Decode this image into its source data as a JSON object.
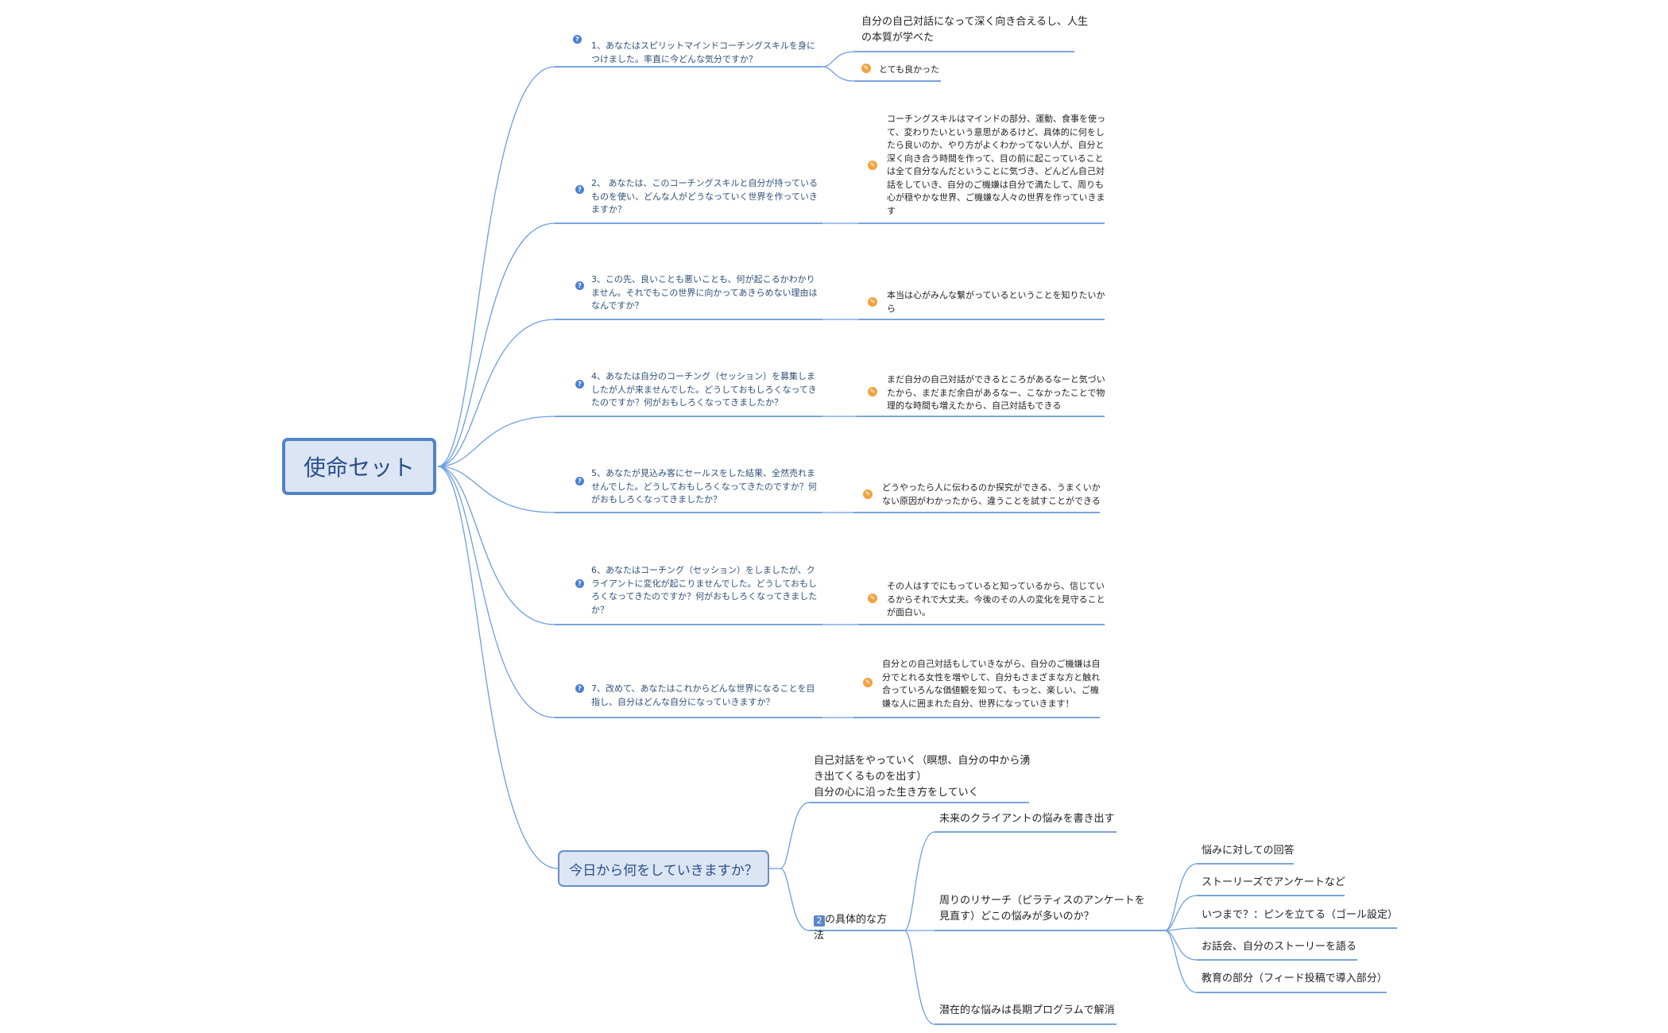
{
  "root": {
    "label": "使命セット"
  },
  "questions": [
    {
      "q": "1、あなたはスピリットマインドコーチングスキルを身につけました。率直に今どんな気分ですか？",
      "answers": [
        "自分の自己対話になって深く向き合えるし、人生の本質が学べた",
        "とても良かった"
      ]
    },
    {
      "q": "2、 あなたは、このコーチングスキルと自分が持っているものを使い、どんな人がどうなっていく世界を作っていきますか？",
      "answers": [
        "コーチングスキルはマインドの部分、運動、食事を使って、変わりたいという意思があるけど、具体的に何をしたら良いのか、やり方がよくわかってない人が、自分と深く向き合う時間を作って、目の前に起こっていることは全て自分なんだということに気づき、どんどん自己対話をしていき、自分のご機嫌は自分で満たして、周りも心が穏やかな世界、ご機嫌な人々の世界を作っていきます"
      ]
    },
    {
      "q": "3、この先、良いことも悪いことも、何が起こるかわかりません。それでもこの世界に向かってあきらめない理由はなんですか？",
      "answers": [
        "本当は心がみんな繋がっているということを知りたいから"
      ]
    },
    {
      "q": "4、あなたは自分のコーチング（セッション）を募集しましたが人が来ませんでした。どうしておもしろくなってきたのですか？何がおもしろくなってきましたか？",
      "answers": [
        "まだ自分の自己対話ができるところがあるなーと気づいたから、まだまだ余白があるなー、こなかったことで物理的な時間も増えたから、自己対話もできる"
      ]
    },
    {
      "q": "5、あなたが見込み客にセールスをした結果、全然売れませんでした。どうしておもしろくなってきたのですか？何がおもしろくなってきましたか？",
      "answers": [
        "どうやったら人に伝わるのか探究ができる、うまくいかない原因がわかったから、違うことを試すことができる"
      ]
    },
    {
      "q": "6、あなたはコーチング（セッション）をしましたが、クライアントに変化が起こりませんでした。どうしておもしろくなってきたのですか？何がおもしろくなってきましたか？",
      "answers": [
        "その人はすでにもっていると知っているから、信じているからそれで大丈夫。今後のその人の変化を見守ることが面白い。"
      ]
    },
    {
      "q": "7、改めて、あなたはこれからどんな世界になることを目指し、自分はどんな自分になっていきますか？",
      "answers": [
        "自分との自己対話もしていきながら、自分のご機嫌は自分でとれる女性を増やして、自分もさまざまな方と触れ合っていろんな価値観を知って、もっと、楽しい、ご機嫌な人に囲まれた自分、世界になっていきます！"
      ]
    }
  ],
  "today": {
    "label": "今日から何をしていきますか？",
    "items": [
      "自己対話をやっていく（瞑想、自分の中から湧き出てくるものを出す）",
      "自分の心に沿った生き方をしていく"
    ],
    "method": {
      "badge": "2",
      "label": "の具体的な方法",
      "children": [
        "未来のクライアントの悩みを書き出す",
        "周りのリサーチ（ピラティスのアンケートを見直す）どこの悩みが多いのか？",
        "潜在的な悩みは長期プログラムで解消"
      ],
      "research": [
        "悩みに対しての回答",
        "ストーリーズでアンケートなど",
        "いつまで？：ピンを立てる（ゴール設定）",
        "お話会、自分のストーリーを語る",
        "教育の部分（フィード投稿で導入部分）"
      ]
    }
  },
  "colors": {
    "line": "#6d9ee0",
    "underline": "#4f86cf",
    "root_border": "#5283c8",
    "answer_icon": "#f2a23c",
    "question_icon": "#4a7fd6"
  },
  "icons": {
    "question": "question-icon",
    "answer": "pencil-icon"
  }
}
